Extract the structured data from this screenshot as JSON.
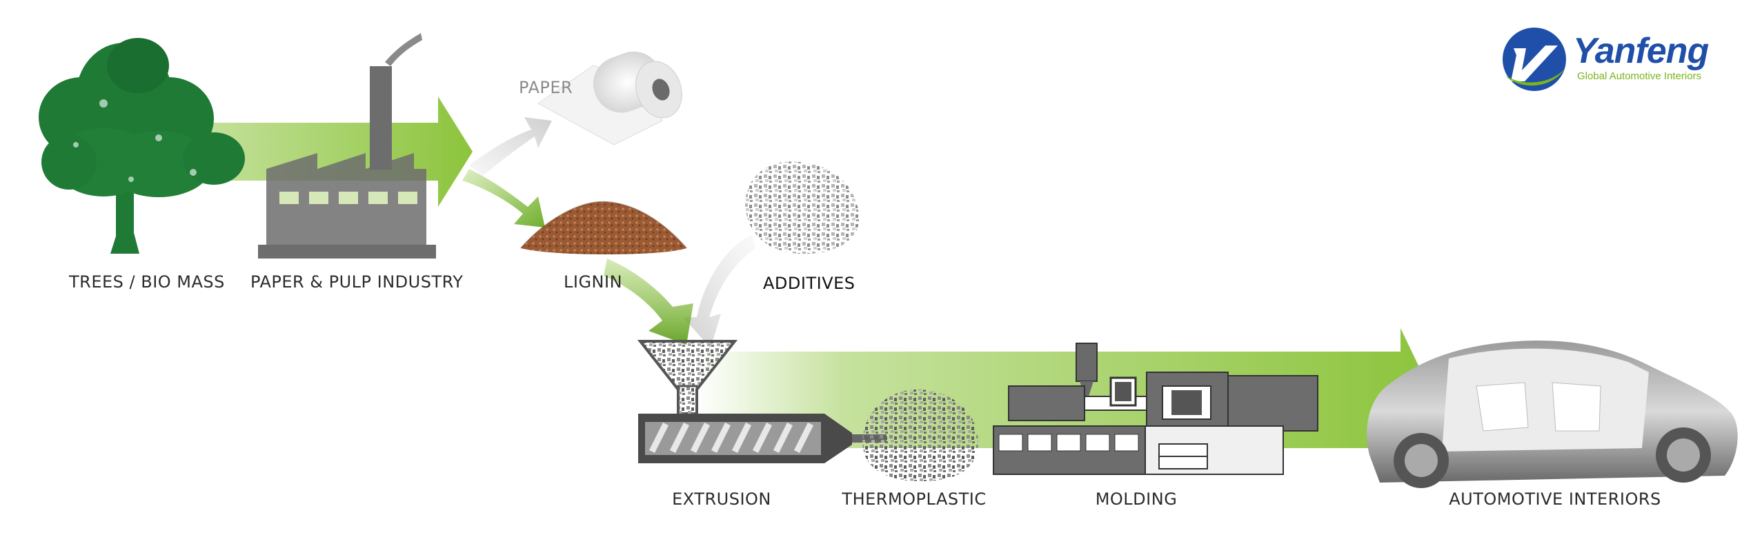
{
  "brand": {
    "name": "Yanfeng",
    "tagline": "Global Automotive Interiors",
    "primary_color": "#1f4fa8",
    "accent_color": "#7ab51d"
  },
  "colors": {
    "arrow_green": "#8cc43c",
    "tree_green": "#1e7a35",
    "factory_gray": "#6d6d6d",
    "text": "#2b2b2b"
  },
  "stages": {
    "trees": "TREES / BIO MASS",
    "pulp": "PAPER & PULP INDUSTRY",
    "paper": "PAPER",
    "lignin": "LIGNIN",
    "additives": "ADDITIVES",
    "extrusion": "EXTRUSION",
    "thermoplastic": "THERMOPLASTIC",
    "molding": "MOLDING",
    "automotive": "AUTOMOTIVE INTERIORS"
  }
}
